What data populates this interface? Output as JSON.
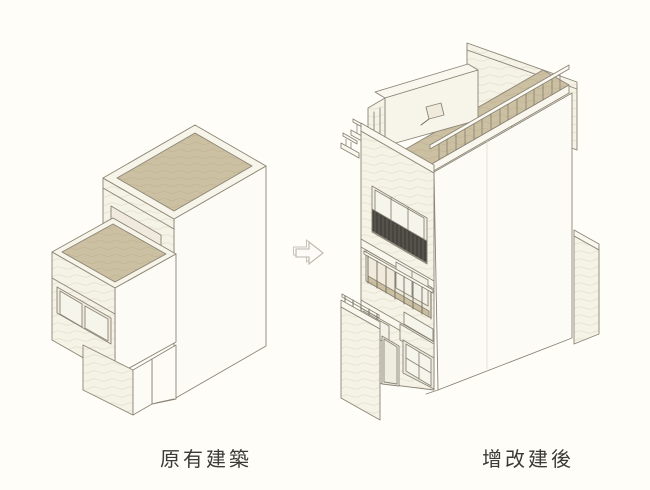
{
  "page": {
    "background_color": "#fffdf8"
  },
  "figure": {
    "type": "architectural-axonometric-before-after",
    "left_caption": "原有建築",
    "right_caption": "增改建後",
    "arrow_direction": "right"
  },
  "colors": {
    "line": "#8b8577",
    "line_dark": "#6f6a5e",
    "wall_bright": "#fcfbf5",
    "wall_cream": "#f7f4e9",
    "wall_shadow": "#efeadb",
    "roof_tan": "#ccc0a2",
    "roof_tan_line": "#b9ac8b",
    "wall_texture": "#f5f2e6",
    "wall_texture_line": "#e4ddca",
    "glass": "#f6f5ec",
    "railing_dark": "#47453f",
    "arrow_stroke": "#b9b5aa",
    "arrow_fill": "#fcfbf7",
    "text": "#3b3a36"
  }
}
